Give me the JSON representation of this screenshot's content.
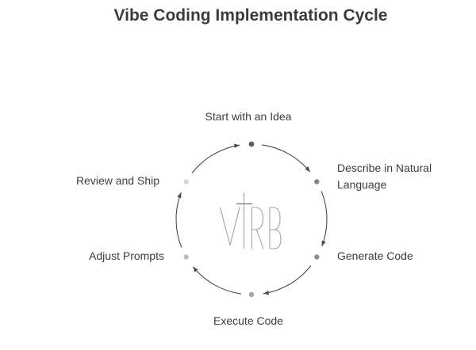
{
  "title": "Vibe Coding Implementation Cycle",
  "logo": {
    "symbol": "+",
    "text": "VIRB",
    "color": "#a3a3a3"
  },
  "cycle": {
    "type": "circular-flow",
    "direction": "clockwise",
    "arrow_color": "#4a4a4a",
    "text_color": "#3d3d3d",
    "steps": [
      {
        "label": "Start with an Idea",
        "position": "top",
        "dot_color": "#5e5e5e"
      },
      {
        "label": "Describe in Natural Language",
        "position": "upper-right",
        "dot_color": "#848484"
      },
      {
        "label": "Generate Code",
        "position": "lower-right",
        "dot_color": "#8e8e8e"
      },
      {
        "label": "Execute Code",
        "position": "bottom",
        "dot_color": "#a5a5a5"
      },
      {
        "label": "Adjust Prompts",
        "position": "lower-left",
        "dot_color": "#bcbcbc"
      },
      {
        "label": "Review and Ship",
        "position": "upper-left",
        "dot_color": "#d5d5d5"
      }
    ]
  }
}
